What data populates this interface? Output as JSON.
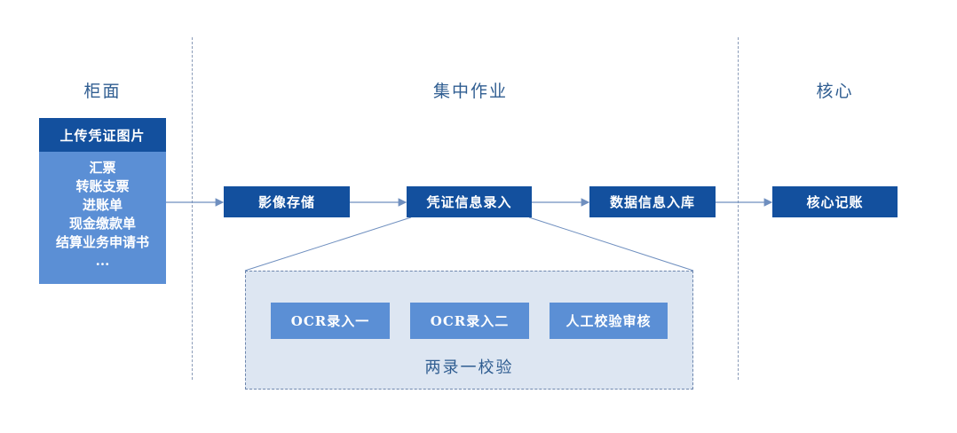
{
  "sections": {
    "counter": "柜面",
    "central": "集中作业",
    "core": "核心"
  },
  "counter": {
    "upload_label": "上传凭证图片",
    "documents": [
      "汇票",
      "转账支票",
      "进账单",
      "现金缴款单",
      "结算业务申请书",
      "..."
    ]
  },
  "flow": {
    "image_storage": "影像存储",
    "voucher_entry": "凭证信息录入",
    "data_storage": "数据信息入库",
    "core_booking": "核心记账"
  },
  "verification": {
    "ocr_entry_1": "OCR录入一",
    "ocr_entry_2": "OCR录入二",
    "manual_review": "人工校验审核",
    "label": "两录一校验"
  },
  "colors": {
    "dark_box": "#13509e",
    "light_box": "#5b8fd5",
    "panel": "#dde6f2",
    "title_text": "#2f5d91",
    "arrow": "#6f8fbf"
  }
}
